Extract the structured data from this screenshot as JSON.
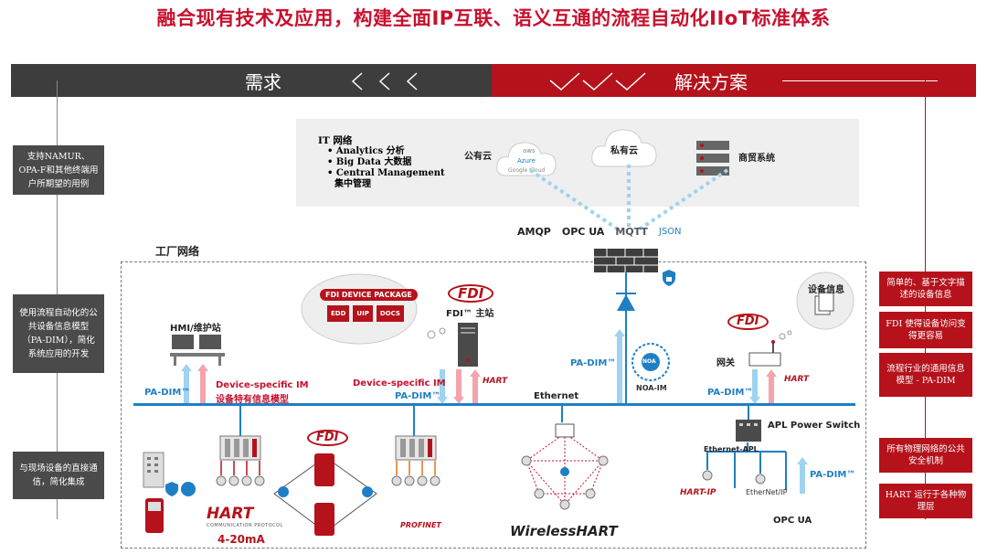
{
  "title": "融合现有技术及应用，构建全面IP互联、语义互通的流程自动化IIoT标准体系",
  "band": {
    "left_label": "需求",
    "right_label": "解决方案"
  },
  "left_boxes": [
    "支持NAMUR、OPA-F和其他终端用户所期望的用例",
    "使用流程自动化的公共设备信息模型（PA-DIM），简化系统应用的开发",
    "与现场设备的直接通信，简化集成"
  ],
  "right_boxes": [
    "简单的、基于文字描述的设备信息",
    "FDI 使得设备访问变得更容易",
    "流程行业的通用信息模型 - PA-DIM",
    "所有物理网络的公共安全机制",
    "HART 运行于各种物理层"
  ],
  "it": {
    "title": "IT 网络",
    "items": [
      "• Analytics 分析",
      "• Big Data 大数据",
      "• Central Management",
      "集中管理"
    ],
    "public_cloud": "公有云",
    "cloud_brands": [
      "aws",
      "Azure",
      "Google Cloud"
    ],
    "private_cloud": "私有云",
    "business": "商贸系统"
  },
  "protocols": [
    "AMQP",
    "OPC UA",
    "MQTT",
    "JSON"
  ],
  "factory_label": "工厂网络",
  "hmi": "HMI/维护站",
  "fdi_package": "FDI DEVICE PACKAGE",
  "fdi_parts": [
    "EDD",
    "UIP",
    "DOCS"
  ],
  "fdi_logo": "FDI",
  "fdi_master": "FDI™ 主站",
  "device_info": "设备信息",
  "gateway": "网关",
  "padim": "PA-DIM™",
  "device_specific": "Device-specific IM",
  "device_specific_cn": "设备特有信息模型",
  "noa": "NOA-IM",
  "noa_inner": "NOA",
  "ethernet": "Ethernet",
  "apl_switch": "APL Power Switch",
  "ethernet_apl": "Ethernet-APL",
  "hart": "HART",
  "hart_ip": "HART-IP",
  "ethernet_ip": "EtherNet/IP",
  "opc_ua": "OPC UA",
  "hart_sub": "COMMUNICATION PROTOCOL",
  "four_twenty": "4-20mA",
  "wirelesshart": "WirelessHART",
  "profinet": "PROFINET",
  "colors": {
    "red": "#b5121b",
    "dark": "#3d3d3d",
    "blue": "#1f7fc4",
    "lightblue": "#9fd3f0"
  }
}
